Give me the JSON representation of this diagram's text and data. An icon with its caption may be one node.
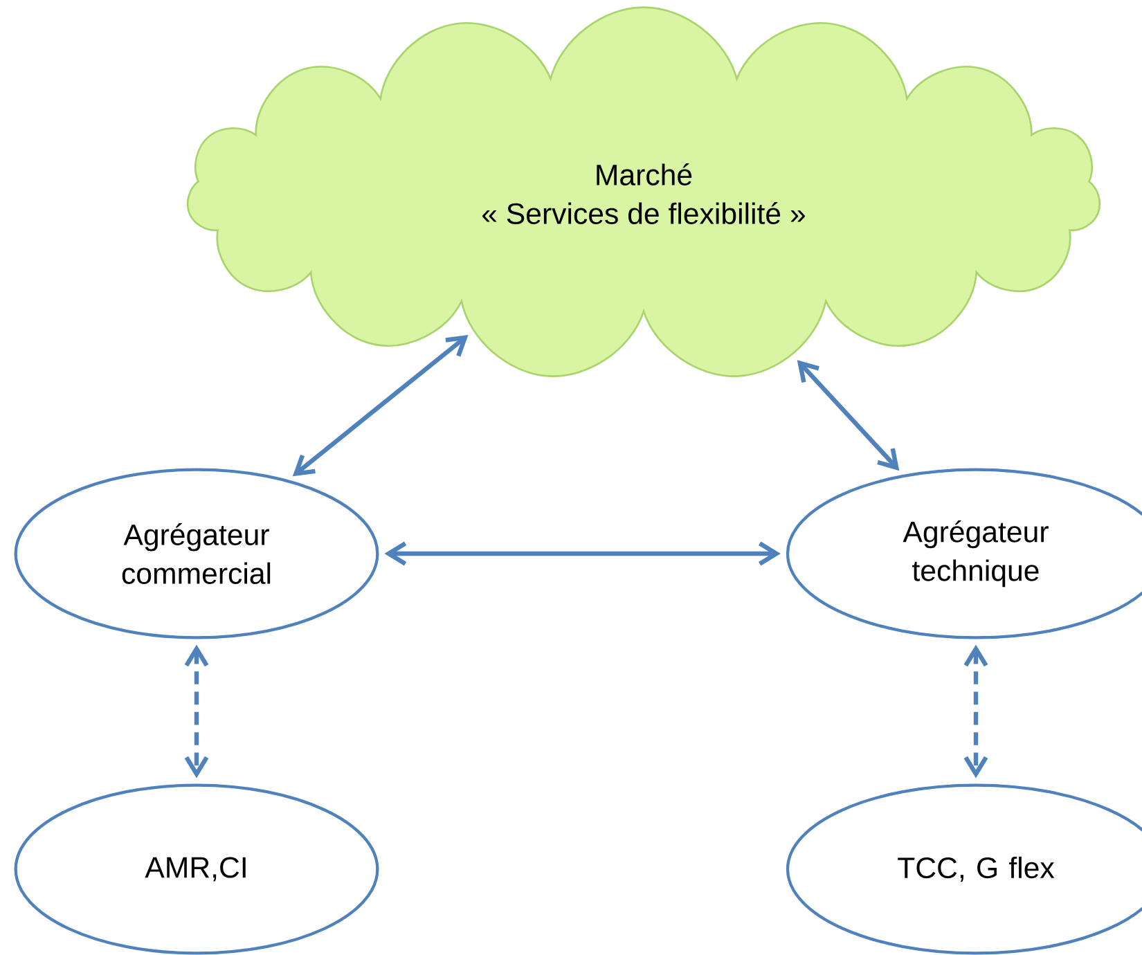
{
  "diagram": {
    "nodes": [
      {
        "text": [
          "Marché",
          "« Services de flexibilité »"
        ]
      },
      {
        "text": [
          "Agrégateur commercial"
        ]
      },
      {
        "text": [
          "Agrégateur technique"
        ]
      },
      {
        "text": [
          "AMR,CI"
        ]
      },
      {
        "text": [
          "TCC, G flex"
        ]
      }
    ],
    "edges": [
      {
        "from": 0,
        "to": 1,
        "arrow": "both"
      },
      {
        "from": 0,
        "to": 2,
        "arrow": "both"
      },
      {
        "from": 1,
        "to": 2,
        "arrow": "both"
      },
      {
        "from": 1,
        "to": 3,
        "arrow": "both",
        "style": "dashed"
      },
      {
        "from": 2,
        "to": 4,
        "arrow": "both",
        "style": "dashed"
      }
    ]
  }
}
